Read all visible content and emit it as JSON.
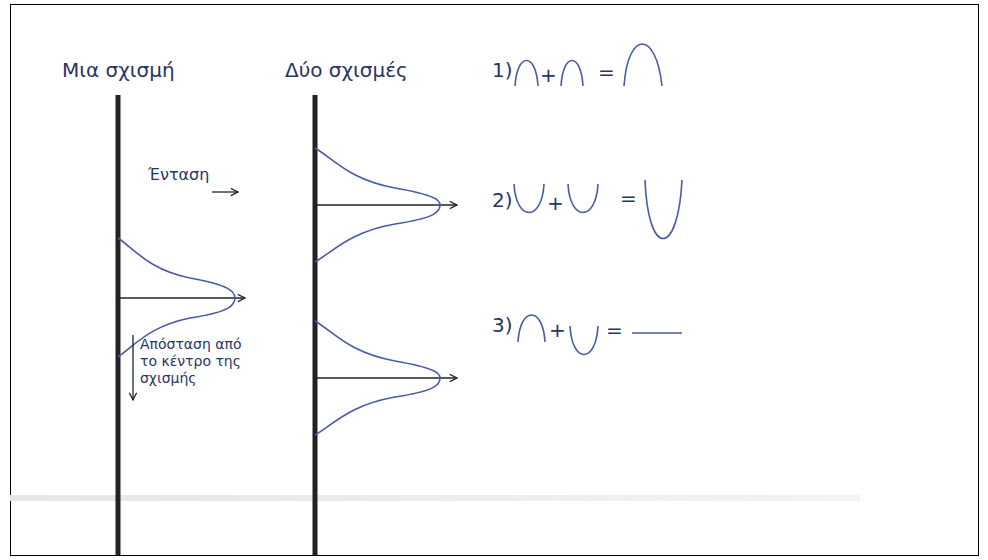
{
  "diagram": {
    "labels": [
      "Μια σχισμή",
      "Δύο σχισμές",
      "1)",
      "+",
      "=",
      "Ένταση",
      "2)",
      "+",
      "=",
      "Απόσταση από το κέντρο της σχισμής",
      "3)",
      "+",
      "="
    ]
  }
}
